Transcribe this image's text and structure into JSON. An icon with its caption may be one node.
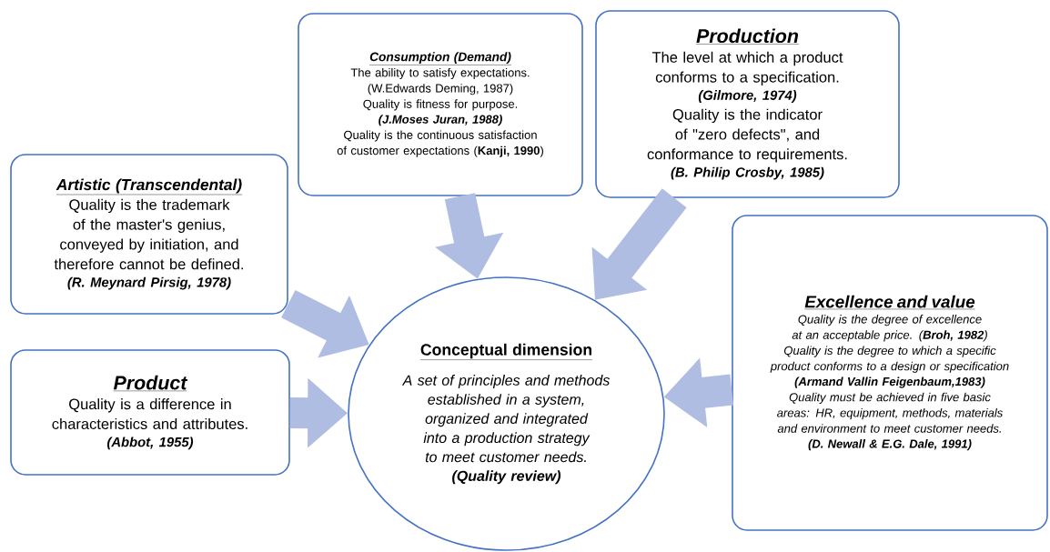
{
  "diagram": {
    "nodes": [
      {
        "text": [
          "Artistic (Transcendental)",
          "Quality is the trademark of the master's genius, conveyed by initiation, and therefore cannot be defined.",
          "(R. Meynard Pirsig, 1978)"
        ]
      },
      {
        "text": [
          "Consumption (Demand)",
          "The ability to satisfy expectations.",
          "(W.Edwards Deming, 1987)",
          "Quality is fitness for purpose.",
          "(J.Moses Juran, 1988)",
          "Quality is the continuous satisfaction of customer expectations (**Kanji, 1990**)"
        ]
      },
      {
        "text": [
          "Production",
          "The level at which a product conforms to a specification.",
          "(Gilmore, 1974)",
          "Quality is the indicator of \"zero defects\", and conformance to requirements.",
          "(B. Philip Crosby, 1985)"
        ]
      },
      {
        "text": [
          "Product",
          "Quality is a difference in characteristics and attributes.",
          "(Abbot, 1955)"
        ]
      },
      {
        "text": [
          "Excellence and value",
          "Quality is the degree of excellence at an acceptable price. (**Broh, 1982**)",
          "Quality is the degree to which a specific product conforms to a design or specification",
          "(Armand Vallin Feigenbaum,1983)",
          "Quality must be achieved in five basic areas: HR, equipment, methods, materials and environment to meet customer needs.",
          "(D. Newall & E.G. Dale, 1991)"
        ]
      },
      {
        "text": [
          "Conceptual dimension",
          "A set of principles and methods established in a system, organized and integrated into a production strategy to meet customer needs.",
          "(Quality review)"
        ]
      }
    ],
    "edges": [
      {
        "from": 0,
        "to": 5,
        "arrow": "to"
      },
      {
        "from": 1,
        "to": 5,
        "arrow": "to"
      },
      {
        "from": 2,
        "to": 5,
        "arrow": "to"
      },
      {
        "from": 3,
        "to": 5,
        "arrow": "to"
      },
      {
        "from": 4,
        "to": 5,
        "arrow": "to"
      }
    ]
  }
}
